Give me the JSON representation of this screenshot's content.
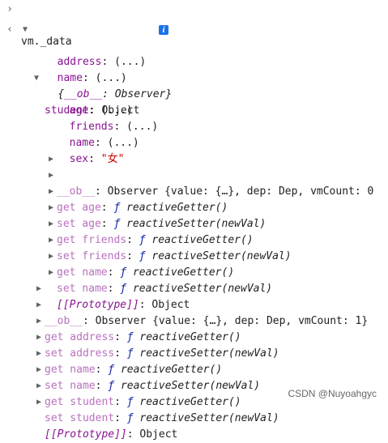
{
  "prompt_line": {
    "glyph": "›",
    "text": "vm._data"
  },
  "result_line": {
    "glyph": "‹",
    "open_brace": "{",
    "ob_key": "__ob__",
    "colon": ": ",
    "ob_value": "Observer",
    "close_brace": "}",
    "info_glyph": "i"
  },
  "root_props": [
    {
      "key": "address",
      "value": "(...)"
    },
    {
      "key": "name",
      "value": "(...)"
    }
  ],
  "student": {
    "key": "student",
    "value": "Object",
    "props": [
      {
        "key": "age",
        "value": "(...)"
      },
      {
        "key": "friends",
        "value": "(...)"
      },
      {
        "key": "name",
        "value": "(...)"
      },
      {
        "key": "sex",
        "value": "\"女\""
      }
    ],
    "ob_line": {
      "key": "__ob__",
      "value": "Observer {value: {…}, dep: Dep, vmCount: 0"
    },
    "accessors": [
      {
        "key": "get age",
        "fn": "ƒ",
        "sig": "reactiveGetter()"
      },
      {
        "key": "set age",
        "fn": "ƒ",
        "sig": "reactiveSetter(newVal)"
      },
      {
        "key": "get friends",
        "fn": "ƒ",
        "sig": "reactiveGetter()"
      },
      {
        "key": "set friends",
        "fn": "ƒ",
        "sig": "reactiveSetter(newVal)"
      },
      {
        "key": "get name",
        "fn": "ƒ",
        "sig": "reactiveGetter()"
      },
      {
        "key": "set name",
        "fn": "ƒ",
        "sig": "reactiveSetter(newVal)"
      }
    ],
    "prototype": {
      "key": "[[Prototype]]",
      "value": "Object"
    }
  },
  "root_ob_line": {
    "key": "__ob__",
    "value": "Observer {value: {…}, dep: Dep, vmCount: 1}"
  },
  "root_accessors": [
    {
      "key": "get address",
      "fn": "ƒ",
      "sig": "reactiveGetter()"
    },
    {
      "key": "set address",
      "fn": "ƒ",
      "sig": "reactiveSetter(newVal)"
    },
    {
      "key": "get name",
      "fn": "ƒ",
      "sig": "reactiveGetter()"
    },
    {
      "key": "set name",
      "fn": "ƒ",
      "sig": "reactiveSetter(newVal)"
    },
    {
      "key": "get student",
      "fn": "ƒ",
      "sig": "reactiveGetter()"
    },
    {
      "key": "set student",
      "fn": "ƒ",
      "sig": "reactiveSetter(newVal)"
    }
  ],
  "root_prototype": {
    "key": "[[Prototype]]",
    "value": "Object"
  },
  "watermark": "CSDN @Nuyoahgyc",
  "colors": {
    "key": "#881391",
    "string": "#c80000",
    "function_keyword": "#0d22aa",
    "info_badge": "#1a73e8"
  }
}
